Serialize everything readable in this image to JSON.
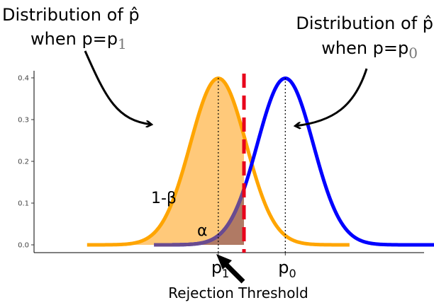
{
  "chart_data": {
    "type": "area",
    "title": "",
    "xlabel": "",
    "ylabel": "",
    "ylim": [
      0,
      0.4
    ],
    "xlim": [
      -6.6,
      7.6
    ],
    "yticks": [
      0.0,
      0.1,
      0.2,
      0.3,
      0.4
    ],
    "ytick_labels": [
      "0.0",
      "0.1",
      "0.2",
      "0.3",
      "0.4"
    ],
    "xticks": [
      {
        "value": 0,
        "base": "p",
        "sub": "1"
      },
      {
        "value": 2.4,
        "base": "p",
        "sub": "0"
      }
    ],
    "series": [
      {
        "name": "",
        "type": "normal_density",
        "mean": 0,
        "sd": 1,
        "x_range": [
          -4.7,
          4.7
        ],
        "color": "#FFA500"
      },
      {
        "name": "",
        "type": "normal_density",
        "mean": 2.4,
        "sd": 1,
        "x_range": [
          -2.3,
          7.9
        ],
        "color": "#0000FF"
      }
    ],
    "threshold": {
      "x": 0.92,
      "color": "#E8001B",
      "label": "Rejection Threshold"
    },
    "shaded_regions": [
      {
        "label": "1-β",
        "under": "orange",
        "to_threshold": true,
        "color": "#FFC97A"
      },
      {
        "label": "α",
        "under": "blue",
        "to_threshold": true,
        "color": "#B07A64"
      }
    ],
    "annotations": [
      {
        "id": "dist_p1",
        "line1": "Distribution of p̂",
        "line2_prefix": "when p=p",
        "line2_sub": "1",
        "points_to": "orange"
      },
      {
        "id": "dist_p0",
        "line1": "Distribution of p̂",
        "line2_prefix": "when p=p",
        "line2_sub": "0",
        "points_to": "blue"
      }
    ],
    "grid": false,
    "vlines_dotted": [
      0,
      2.4
    ]
  }
}
